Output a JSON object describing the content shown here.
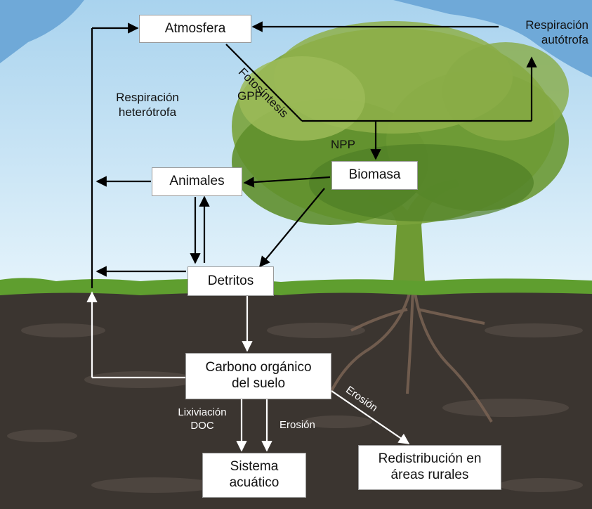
{
  "nodes": {
    "atmosfera": "Atmosfera",
    "biomasa": "Biomasa",
    "animales": "Animales",
    "detritos": "Detritos",
    "carbono_line1": "Carbono orgánico",
    "carbono_line2": "del suelo",
    "sistema_line1": "Sistema",
    "sistema_line2": "acuático",
    "redistribucion_line1": "Redistribución en",
    "redistribucion_line2": "áreas rurales"
  },
  "labels": {
    "resp_autotrofa_line1": "Respiración",
    "resp_autotrofa_line2": "autótrofa",
    "resp_heterotrofa_line1": "Respiración",
    "resp_heterotrofa_line2": "heterótrofa",
    "fotosintesis": "Fotosíntesis",
    "gpp": "GPP",
    "npp": "NPP",
    "lixiviacion_line1": "Lixiviación",
    "lixiviacion_line2": "DOC",
    "erosion_down": "Erosión",
    "erosion_diag": "Erosión"
  },
  "colors": {
    "sky": "#d6ecf7",
    "sky_top": "#7fb8e0",
    "grass": "#5f9e2f",
    "soil": "#3b3530",
    "tree_dark": "#4d7d2a",
    "tree_light": "#8fb04a",
    "arrow_dark": "#000000",
    "arrow_light": "#ffffff"
  }
}
